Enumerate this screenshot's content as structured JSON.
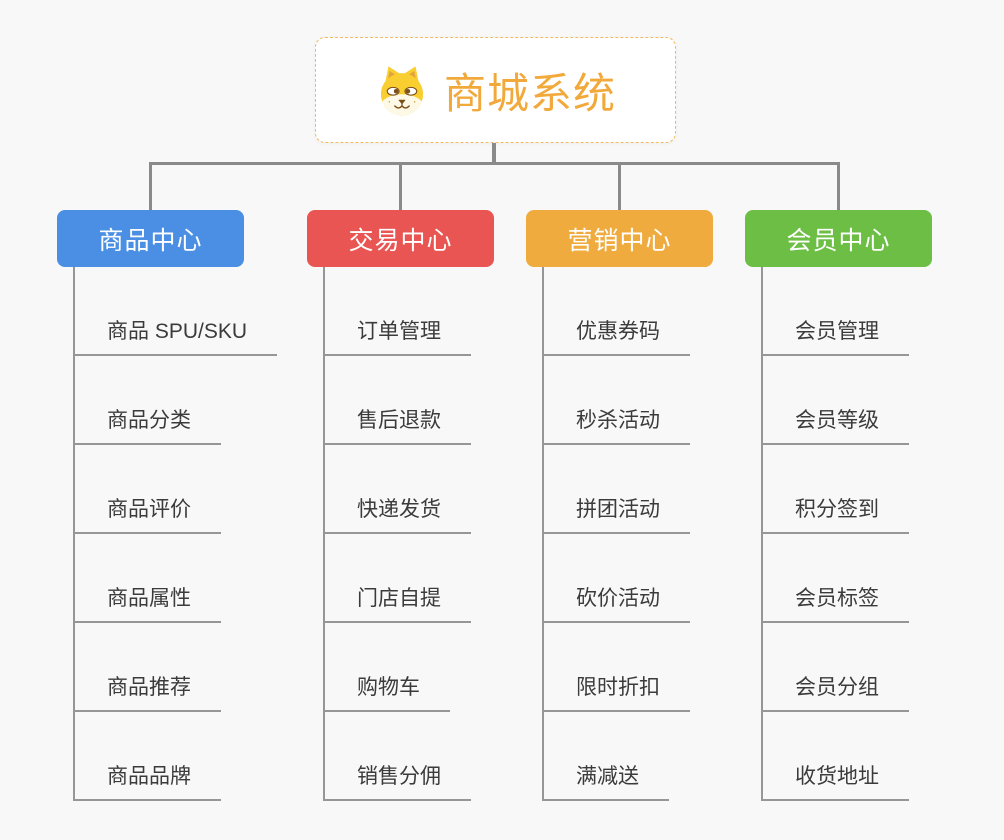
{
  "page": {
    "background": "#f8f8f8",
    "connector_color": "#8a8a8a"
  },
  "root": {
    "title": "商城系统",
    "title_color": "#f2a93b",
    "icon": "dog-face-icon"
  },
  "branches": [
    {
      "id": "product-center",
      "label": "商品中心",
      "color": "#4a8fe4",
      "items": [
        "商品 SPU/SKU",
        "商品分类",
        "商品评价",
        "商品属性",
        "商品推荐",
        "商品品牌"
      ]
    },
    {
      "id": "trade-center",
      "label": "交易中心",
      "color": "#e85552",
      "items": [
        "订单管理",
        "售后退款",
        "快递发货",
        "门店自提",
        "购物车",
        "销售分佣"
      ]
    },
    {
      "id": "marketing-center",
      "label": "营销中心",
      "color": "#efab3e",
      "items": [
        "优惠券码",
        "秒杀活动",
        "拼团活动",
        "砍价活动",
        "限时折扣",
        "满减送"
      ]
    },
    {
      "id": "member-center",
      "label": "会员中心",
      "color": "#6cbe44",
      "items": [
        "会员管理",
        "会员等级",
        "积分签到",
        "会员标签",
        "会员分组",
        "收货地址"
      ]
    }
  ]
}
